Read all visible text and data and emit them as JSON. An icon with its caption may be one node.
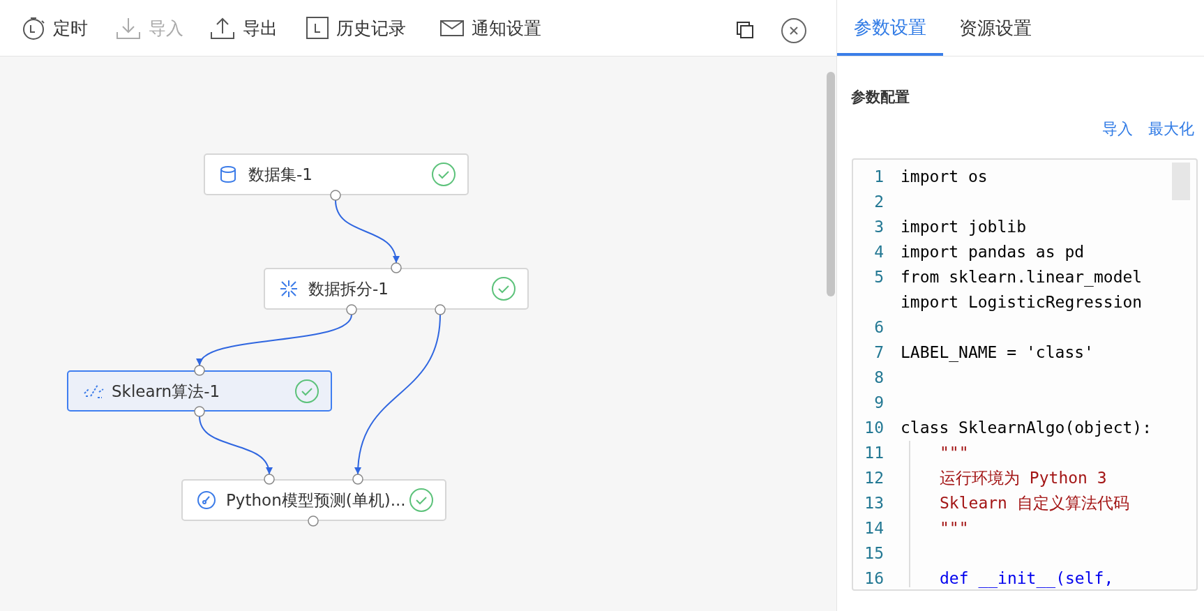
{
  "diagram": {
    "nodes": [
      {
        "text": [
          "数据集-1"
        ]
      },
      {
        "text": [
          "数据拆分-1"
        ]
      },
      {
        "text": [
          "Sklearn算法-1"
        ]
      },
      {
        "text": [
          "Python模型预测(单机)..."
        ]
      }
    ],
    "edges": [
      {
        "from": 0,
        "to": 1,
        "arrow": "to"
      },
      {
        "from": 1,
        "to": 2,
        "arrow": "to"
      },
      {
        "from": 1,
        "to": 3,
        "arrow": "to"
      },
      {
        "from": 2,
        "to": 3,
        "arrow": "to"
      }
    ],
    "labels": [
      "定时",
      "导入",
      "导出",
      "历史记录",
      "通知设置",
      "参数设置",
      "资源设置",
      "参数配置",
      "导入",
      "最大化",
      "1",
      "import os",
      "2",
      "3",
      "import joblib",
      "4",
      "import pandas as pd",
      "5",
      "from sklearn.linear_model import LogisticRegression",
      "6",
      "7",
      "LABEL_NAME = 'class'",
      "8",
      "9",
      "10",
      "class SklearnAlgo(object):",
      "11",
      "\"\"\"",
      "12",
      "运行环境为 Python 3",
      "13",
      "Sklearn 自定义算法代码",
      "14",
      "\"\"\"",
      "15",
      "16",
      "def __init__(self,"
    ]
  }
}
